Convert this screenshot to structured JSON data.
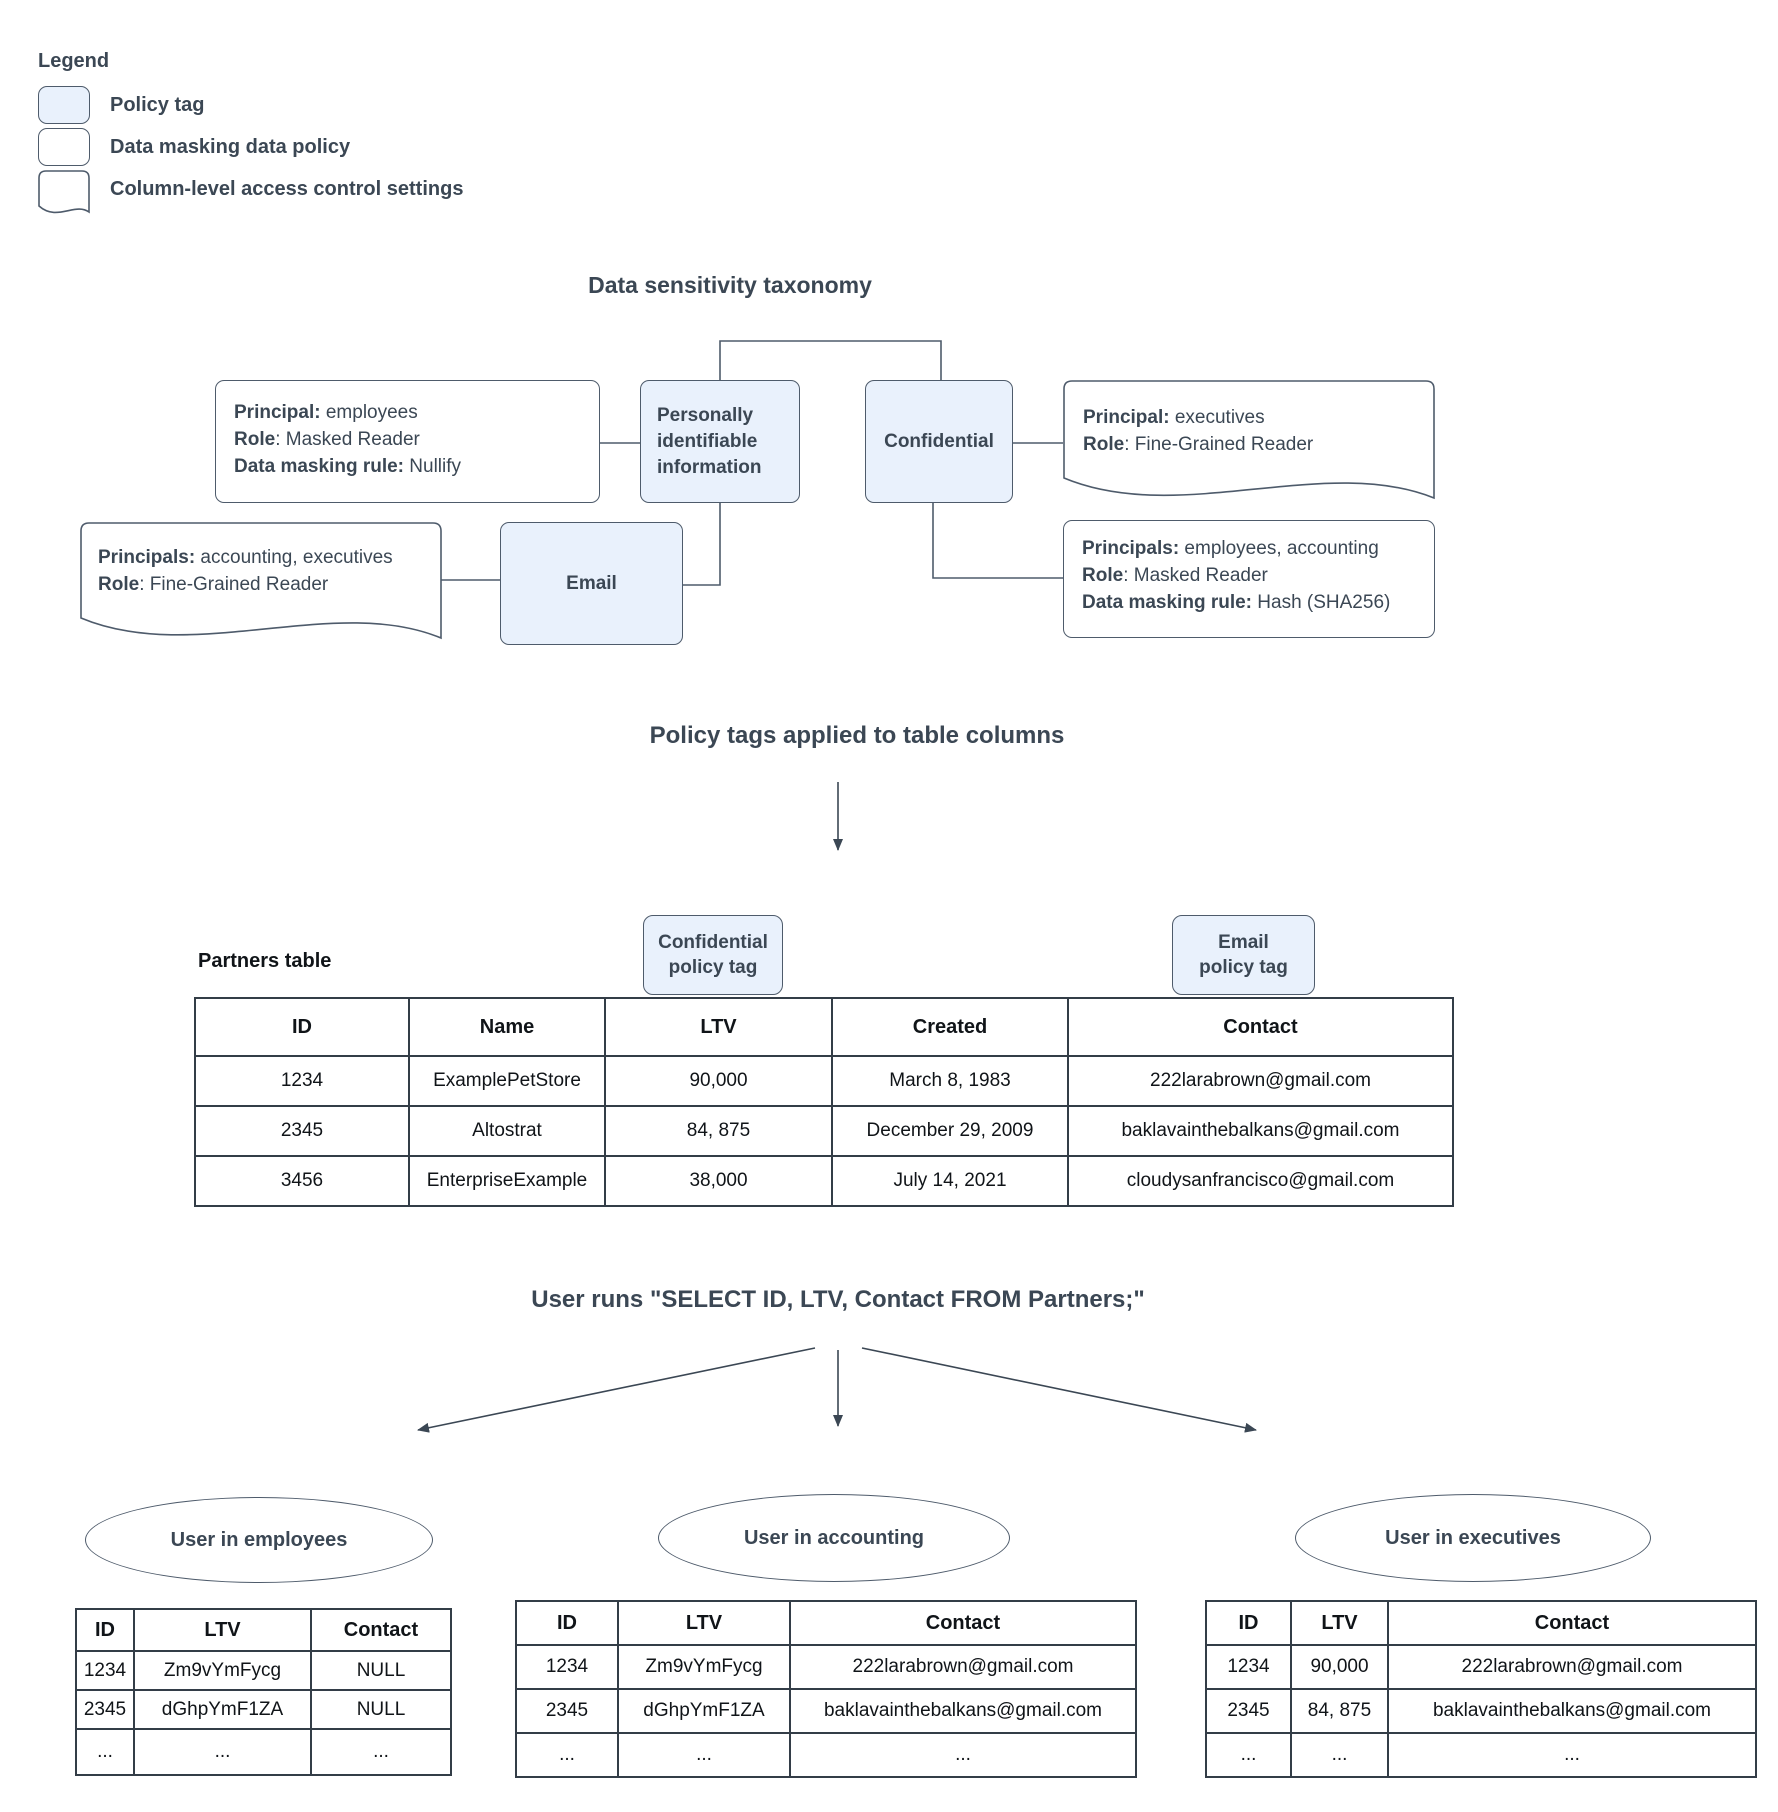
{
  "colors": {
    "policy_tag_fill": "#e9f1fc",
    "shape_border": "#4e5b6b",
    "diagram_text": "#3b4754",
    "table_text": "#101418",
    "background": "#ffffff"
  },
  "legend": {
    "title": "Legend",
    "items": [
      {
        "label": "Policy tag",
        "swatch": "policy-tag-rounded-blue"
      },
      {
        "label": "Data masking data policy",
        "swatch": "rounded-white"
      },
      {
        "label": "Column-level access control settings",
        "swatch": "document-wavy-white"
      }
    ]
  },
  "taxonomy": {
    "title": "Data sensitivity taxonomy",
    "pii_label": "Personally identifiable information",
    "confidential_label": "Confidential",
    "email_label": "Email",
    "employees_policy": {
      "l1b": "Principal:",
      "l1t": " employees",
      "l2b": "Role",
      "l2t": ": Masked Reader",
      "l3b": "Data masking rule:",
      "l3t": " Nullify"
    },
    "executives_access": {
      "l1b": "Principal:",
      "l1t": " executives",
      "l2b": "Role",
      "l2t": ": Fine-Grained Reader"
    },
    "accounting_access": {
      "l1b": "Principals:",
      "l1t": " accounting, executives",
      "l2b": "Role",
      "l2t": ": Fine-Grained Reader"
    },
    "emp_acc_policy": {
      "l1b": "Principals:",
      "l1t": " employees, accounting",
      "l2b": "Role",
      "l2t": ": Masked Reader",
      "l3b": "Data masking rule:",
      "l3t": " Hash (SHA256)"
    }
  },
  "applied": {
    "title": "Policy tags applied to table columns",
    "table_label": "Partners table",
    "confidential_tag": "Confidential policy tag",
    "email_tag": "Email policy tag",
    "partners": {
      "headers": [
        "ID",
        "Name",
        "LTV",
        "Created",
        "Contact"
      ],
      "rows": [
        [
          "1234",
          "ExamplePetStore",
          "90,000",
          "March 8, 1983",
          "222larabrown@gmail.com"
        ],
        [
          "2345",
          "Altostrat",
          "84, 875",
          "December 29, 2009",
          "baklavainthebalkans@gmail.com"
        ],
        [
          "3456",
          "EnterpriseExample",
          "38,000",
          "July 14, 2021",
          "cloudysanfrancisco@gmail.com"
        ]
      ]
    }
  },
  "query": {
    "title": "User runs \"SELECT ID, LTV, Contact FROM Partners;\"",
    "results": [
      {
        "oval": "User in employees",
        "headers": [
          "ID",
          "LTV",
          "Contact"
        ],
        "rows": [
          [
            "1234",
            "Zm9vYmFycg",
            "NULL"
          ],
          [
            "2345",
            "dGhpYmF1ZA",
            "NULL"
          ],
          [
            "...",
            "...",
            "..."
          ]
        ]
      },
      {
        "oval": "User in accounting",
        "headers": [
          "ID",
          "LTV",
          "Contact"
        ],
        "rows": [
          [
            "1234",
            "Zm9vYmFycg",
            "222larabrown@gmail.com"
          ],
          [
            "2345",
            "dGhpYmF1ZA",
            "baklavainthebalkans@gmail.com"
          ],
          [
            "...",
            "...",
            "..."
          ]
        ]
      },
      {
        "oval": "User in executives",
        "headers": [
          "ID",
          "LTV",
          "Contact"
        ],
        "rows": [
          [
            "1234",
            "90,000",
            "222larabrown@gmail.com"
          ],
          [
            "2345",
            "84, 875",
            "baklavainthebalkans@gmail.com"
          ],
          [
            "...",
            "...",
            "..."
          ]
        ]
      }
    ]
  }
}
